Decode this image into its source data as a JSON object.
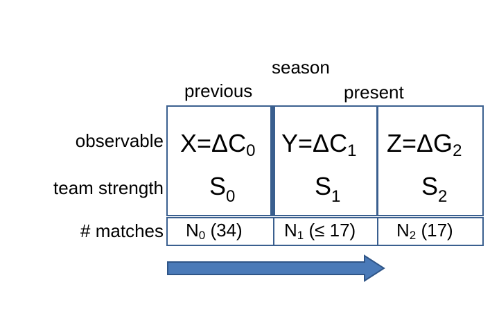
{
  "season_label": "season",
  "columns": {
    "previous": "previous",
    "present": "present"
  },
  "rows": {
    "observable": "observable",
    "team_strength": "team strength",
    "matches": "# matches"
  },
  "cells": {
    "previous": {
      "obs_main": "X=ΔC",
      "obs_sub": "0",
      "str_main": "S",
      "str_sub": "0",
      "mat_main": "N",
      "mat_sub": "0",
      "mat_rest": " (34)"
    },
    "present1": {
      "obs_main": "Y=ΔC",
      "obs_sub": "1",
      "str_main": "S",
      "str_sub": "1",
      "mat_main": "N",
      "mat_sub": "1",
      "mat_rest": " (≤ 17)"
    },
    "present2": {
      "obs_main": "Z=ΔG",
      "obs_sub": "2",
      "str_main": "S",
      "str_sub": "2",
      "mat_main": "N",
      "mat_sub": "2",
      "mat_rest": " (17)"
    }
  },
  "colors": {
    "box_border": "#3a5f8f",
    "arrow_fill": "#4a7ab8",
    "arrow_stroke": "#2f5587"
  },
  "icons": {
    "timeline": "right-arrow-icon"
  }
}
